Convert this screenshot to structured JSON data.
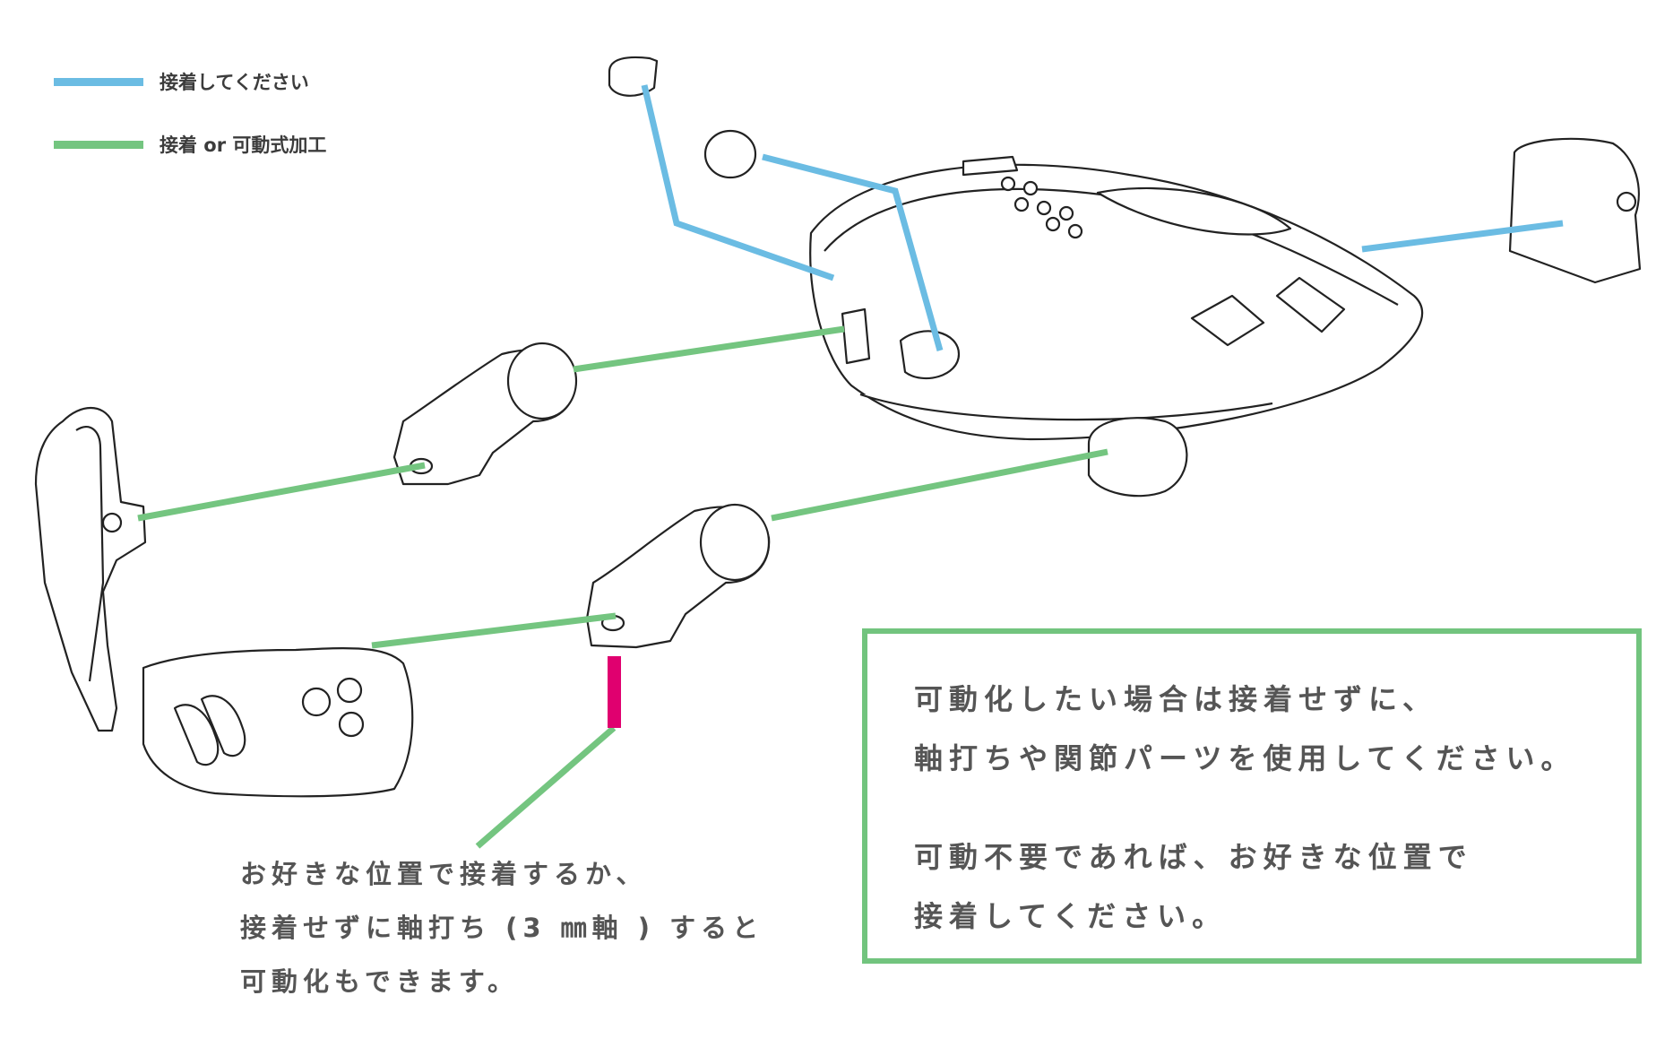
{
  "legend": {
    "items": [
      {
        "label": "接着してください",
        "color": "#6bbce3"
      },
      {
        "label": "接着 or 可動式加工",
        "color": "#74c580"
      }
    ]
  },
  "colors": {
    "glue": "#6bbce3",
    "glue_or_movable": "#74c580",
    "pin_marker": "#e0006f",
    "box_border": "#72c47e"
  },
  "note": {
    "lines": [
      "お好きな位置で接着するか、",
      "接着せずに軸打ち (3 ㎜軸 ) すると",
      "可動化もできます。"
    ]
  },
  "info_box": {
    "lines": [
      "可動化したい場合は接着せずに、",
      "軸打ちや関節パーツを使用してください。",
      "可動不要であれば、お好きな位置で",
      "接着してください。"
    ]
  }
}
